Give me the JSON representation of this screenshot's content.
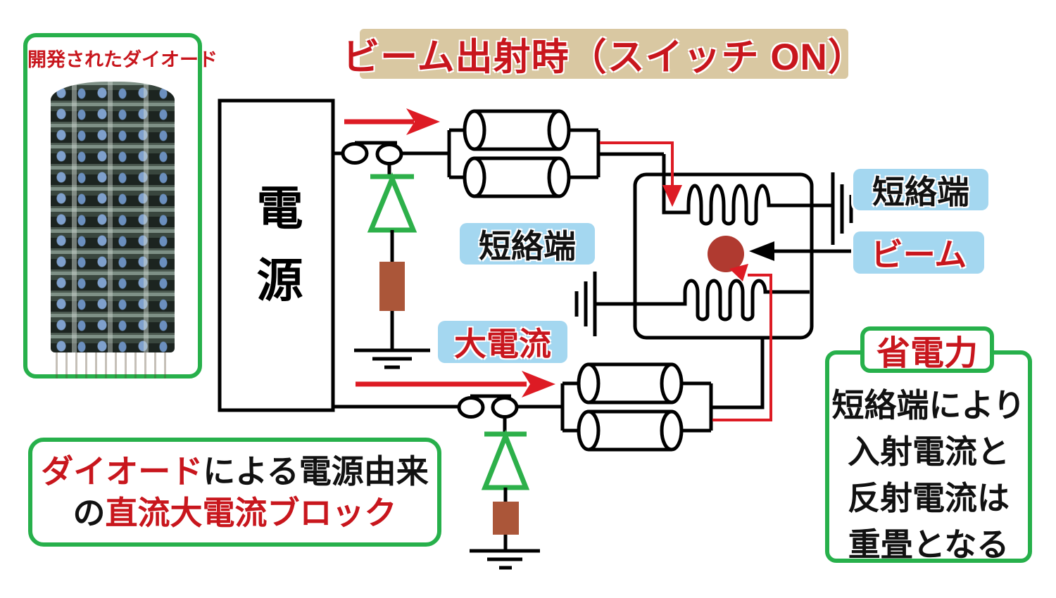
{
  "title": {
    "text": "ビーム出射時（スイッチ ON）"
  },
  "photo_box": {
    "caption": "開発されたダイオード"
  },
  "power_supply": {
    "label": "電源"
  },
  "labels": {
    "short_end_left": "短絡端",
    "short_end_right": "短絡端",
    "beam": "ビーム",
    "large_current": "大電流"
  },
  "block_note": {
    "line1_red": "ダイオード",
    "line1_black": "による電源由来",
    "line2_black": "の",
    "line2_red": "直流大電流ブロック"
  },
  "power_saving": {
    "title": "省電力",
    "lines": [
      "短絡端により",
      "入射電流と",
      "反射電流は",
      "重畳となる"
    ]
  },
  "colors": {
    "green_border": "#27b04b",
    "red_text": "#c8161d",
    "red_arrow": "#dd1b24",
    "beige_banner": "#d9c8a2",
    "blue_chip": "#a4d7f0",
    "resistor_brown": "#ab5639",
    "beam_dot": "#b03a30",
    "diode_green": "#2db04a"
  }
}
